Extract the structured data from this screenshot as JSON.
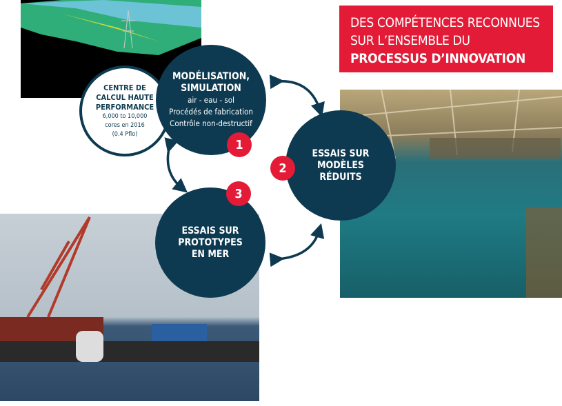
{
  "banner": {
    "line1": "DES COMPÉTENCES RECONNUES",
    "line2": "SUR L’ENSEMBLE DU",
    "line3": "PROCESSUS D’INNOVATION"
  },
  "hpc": {
    "l1": "CENTRE DE",
    "l2": "CALCUL HAUTE",
    "l3": "PERFORMANCE",
    "l4": "6,000 to 10,000",
    "l5": "cores en 2016",
    "l6": "(0.4 Pflo)"
  },
  "step1": {
    "number": "1",
    "title1": "MODÉLISATION,",
    "title2": "SIMULATION",
    "sub1": "air - eau - sol",
    "sub2": "Procédés de fabrication",
    "sub3": "Contrôle non-destructif"
  },
  "step2": {
    "number": "2",
    "title1": "ESSAIS SUR",
    "title2": "MODÈLES",
    "title3": "RÉDUITS"
  },
  "step3": {
    "number": "3",
    "title1": "ESSAIS SUR",
    "title2": "PROTOTYPES",
    "title3": "EN MER"
  },
  "colors": {
    "navy": "#0d3a50",
    "red": "#e31b37"
  }
}
